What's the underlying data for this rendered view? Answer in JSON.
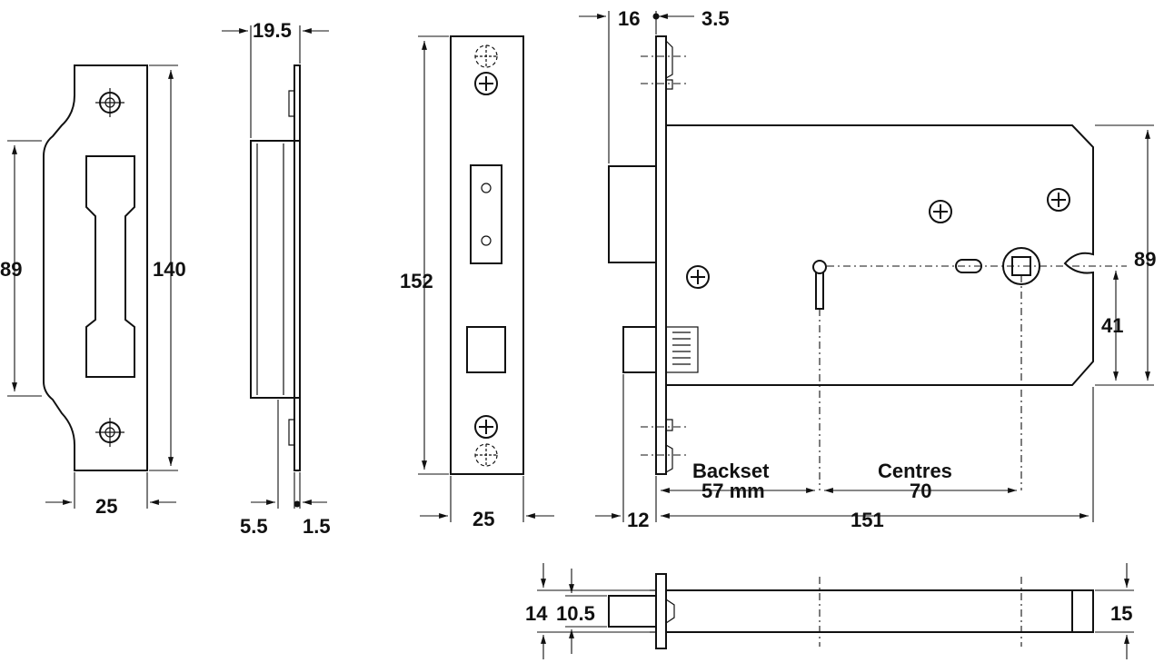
{
  "strike_plate": {
    "height_label": "89",
    "overall_height_label": "140",
    "width_label": "25"
  },
  "strike_side": {
    "depth_label": "19.5",
    "left_offset_label": "5.5",
    "plate_thickness_label": "1.5"
  },
  "forend": {
    "height_label": "152",
    "width_label": "25"
  },
  "lock_body": {
    "top_left_label": "16",
    "top_right_label": "3.5",
    "body_height_label": "89",
    "centre_height_label": "41",
    "backset_title": "Backset",
    "backset_value": "57 mm",
    "centres_title": "Centres",
    "centres_value": "70",
    "forend_offset_label": "12",
    "overall_length_label": "151"
  },
  "bottom_view": {
    "left_label_1": "14",
    "left_label_2": "10.5",
    "right_label": "15"
  },
  "colors": {
    "line": "#111111",
    "background": "#ffffff"
  }
}
